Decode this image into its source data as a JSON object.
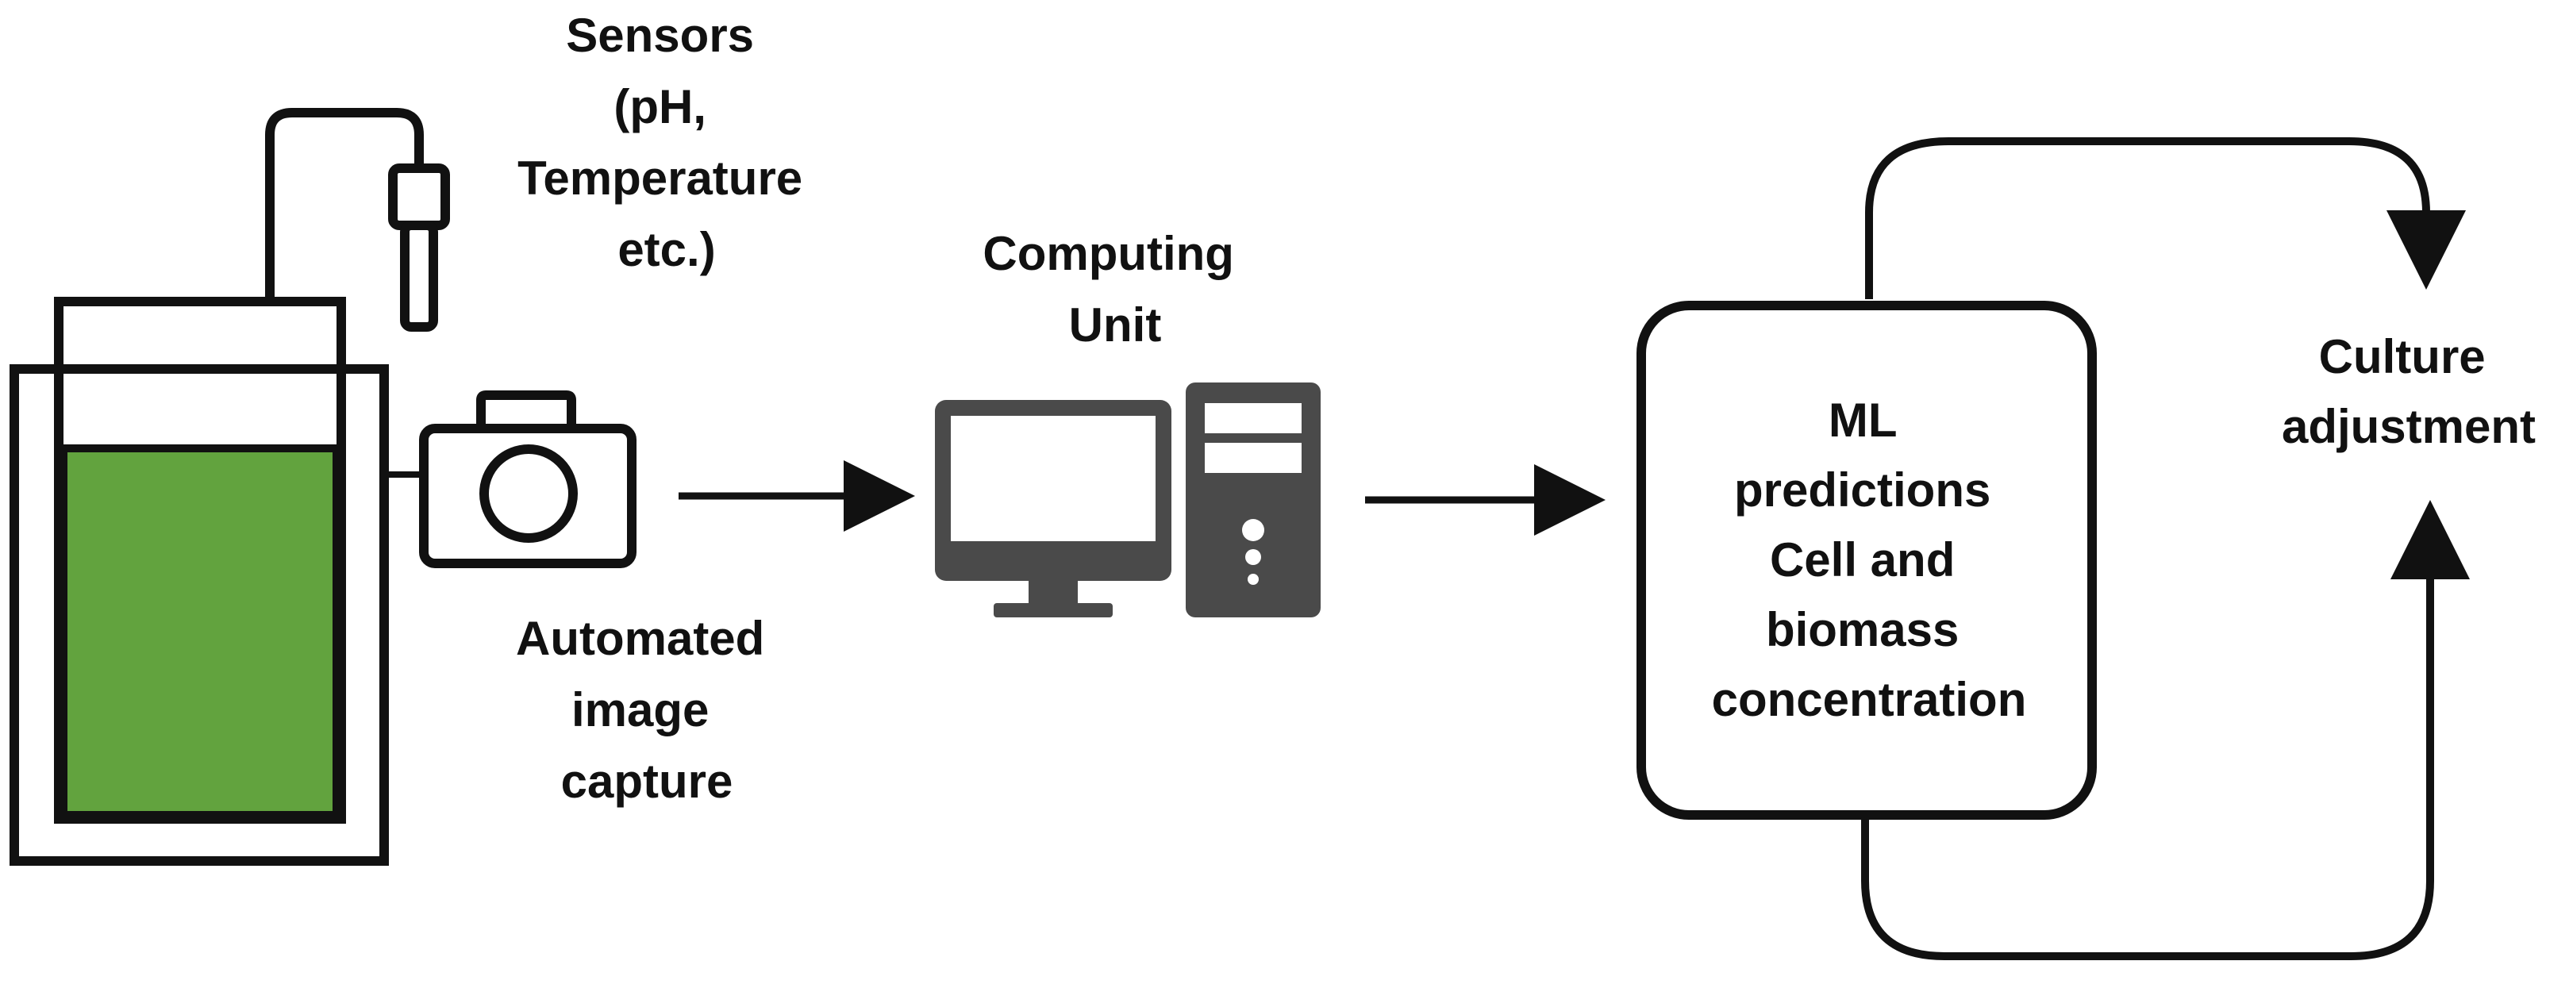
{
  "labels": {
    "sensors": [
      "Sensors",
      "(pH,",
      "Temperature",
      "etc.)"
    ],
    "computing_unit": [
      "Computing",
      "Unit"
    ],
    "image_capture": [
      "Automated",
      "image",
      "capture"
    ],
    "ml_box": [
      "ML",
      "predictions",
      "Cell and",
      "biomass",
      "concentration"
    ],
    "culture": [
      "Culture",
      "adjustment"
    ]
  },
  "colors": {
    "culture_fill": "#62a33e",
    "line": "#111111",
    "computer": "#4a4a4a"
  },
  "icons": [
    "bioreactor-icon",
    "sensor-probe-icon",
    "camera-icon",
    "monitor-icon",
    "computer-tower-icon"
  ]
}
